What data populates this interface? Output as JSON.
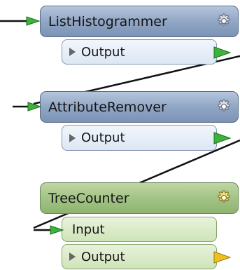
{
  "nodes": [
    {
      "title": "ListHistogrammer",
      "output_label": "Output"
    },
    {
      "title": "AttributeRemover",
      "output_label": "Output"
    },
    {
      "title": "TreeCounter",
      "input_label": "Input",
      "output_label": "Output"
    }
  ],
  "icons": {
    "gear": "gear-icon",
    "expand": "triangle-right-icon",
    "connected_port": "green-arrow-icon",
    "unconnected_port": "yellow-arrow-icon"
  },
  "colors": {
    "transformer_blue": "#8ea4c3",
    "transformer_green": "#a0c283",
    "port_connected": "#3cb43c",
    "port_unconnected": "#f0c020",
    "wire": "#111111"
  }
}
